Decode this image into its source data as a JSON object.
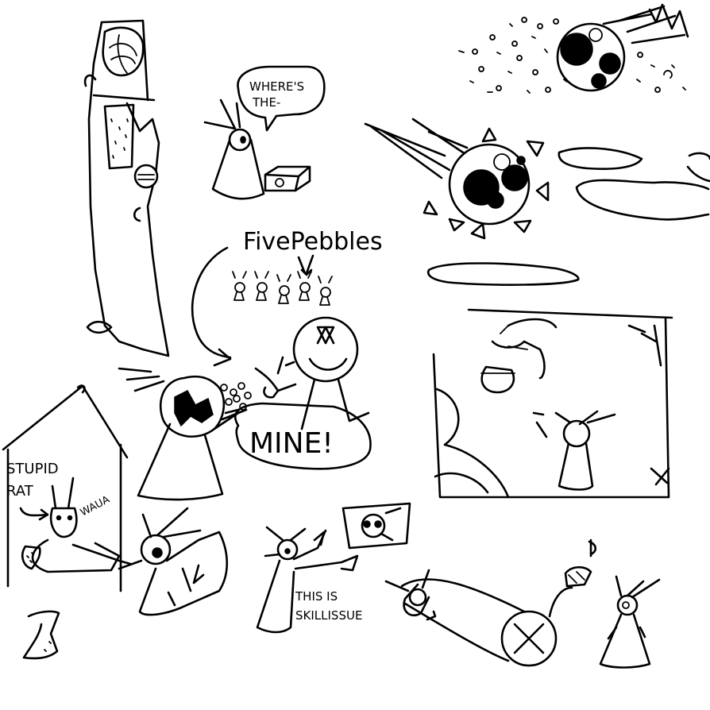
{
  "texts": {
    "wheres_the": [
      "WHERE'S",
      "THE-"
    ],
    "five_pebbles": "FivePebbles",
    "mine": "MINE!",
    "stupid_rat": [
      "STUPID",
      "RAT"
    ],
    "waua": "WAUA",
    "this_is_skillissue": [
      "THIS IS",
      "SKILLISSUE"
    ]
  }
}
